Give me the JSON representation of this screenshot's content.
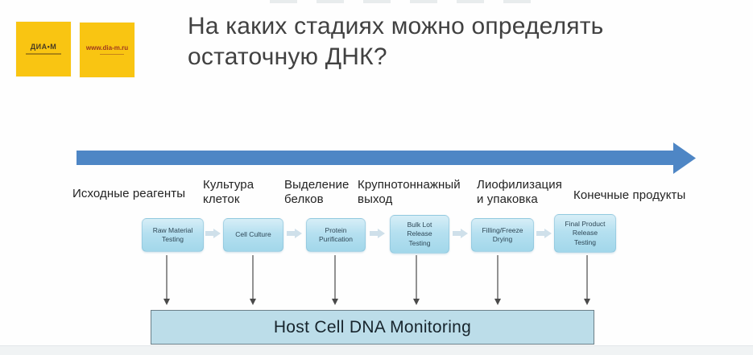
{
  "slide": {
    "title": "На каких стадиях можно определять\nостаточную ДНК?"
  },
  "logos": {
    "diam_text": "ДИА•М",
    "site_text": "www.dia-m.ru"
  },
  "stages": [
    {
      "label": "Исходные реагенты",
      "box": "Raw Material\nTesting"
    },
    {
      "label": "Культура\nклеток",
      "box": "Cell Culture"
    },
    {
      "label": "Выделение\nбелков",
      "box": "Protein\nPurification"
    },
    {
      "label": "Крупнотоннажный\nвыход",
      "box": "Bulk Lot\nRelease\nTesting"
    },
    {
      "label": "Лиофилизация\nи упаковка",
      "box": "Filling/Freeze\nDrying"
    },
    {
      "label": "Конечные продукты",
      "box": "Final Product\nRelease\nTesting"
    }
  ],
  "monitoring_box": "Host Cell DNA Monitoring",
  "colors": {
    "flow_arrow_blue": "#4e86c5",
    "stage_box_fill": "#aedcee",
    "monitor_box_fill": "#bcdde9",
    "down_arrow_gray": "#4a4a4a",
    "connector_arrow": "#cfe0ea",
    "logo_yellow": "#f9c512"
  }
}
